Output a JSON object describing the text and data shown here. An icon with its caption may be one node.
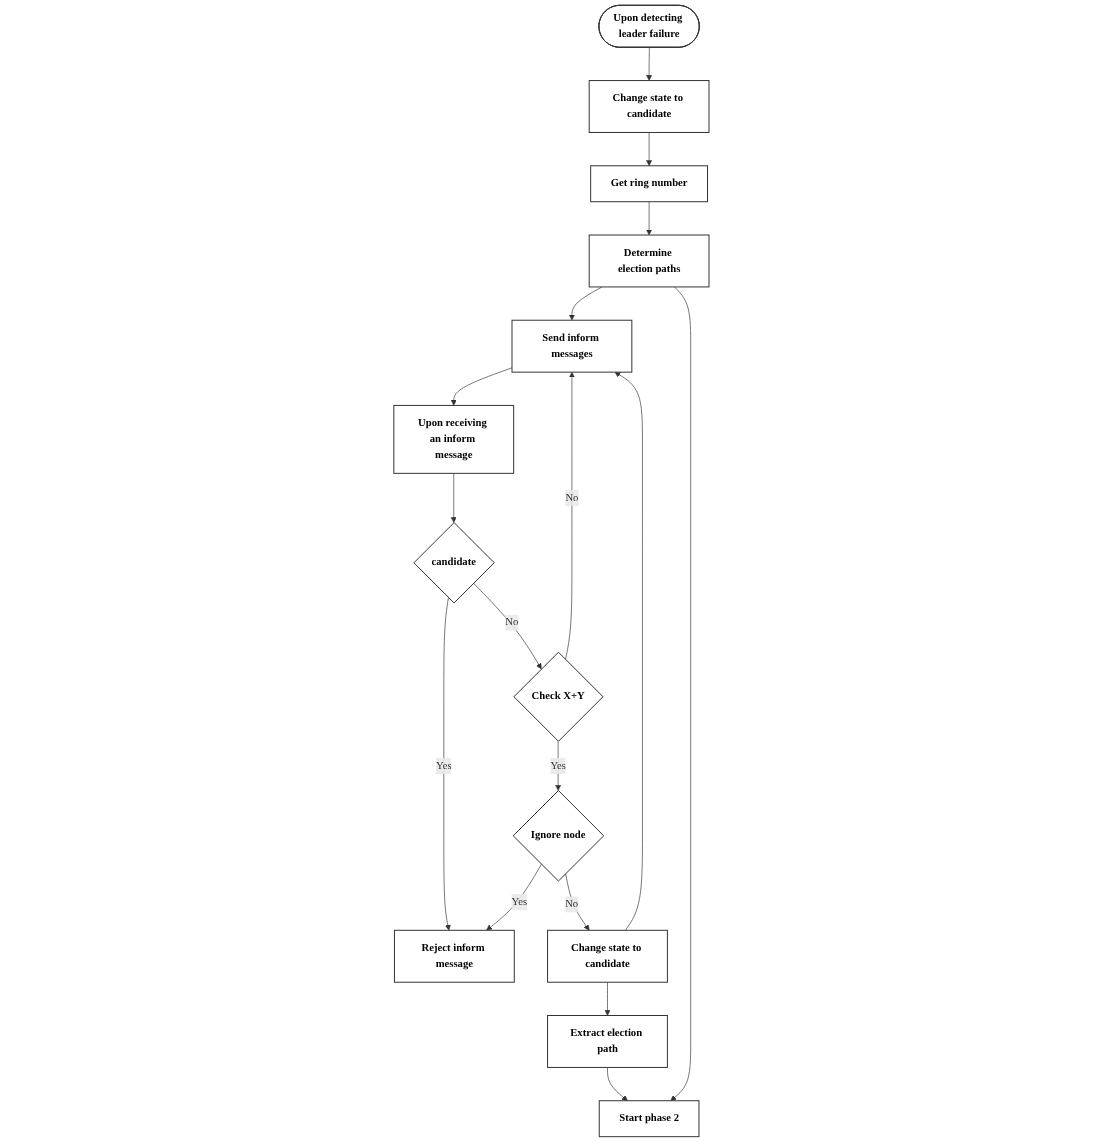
{
  "diagram": {
    "nodes": [
      {
        "text": [
          "Upon detecting leader failure"
        ]
      },
      {
        "text": [
          "Change state to candidate"
        ]
      },
      {
        "text": [
          "Get ring number"
        ]
      },
      {
        "text": [
          "Upon receiving an inform message"
        ]
      },
      {
        "text": [
          "Send inform messages"
        ]
      },
      {
        "text": [
          "Determine election paths"
        ]
      },
      {
        "text": [
          "candidate"
        ]
      },
      {
        "text": [
          "Check X+Y"
        ]
      },
      {
        "text": [
          "Start phase 2"
        ]
      },
      {
        "text": [
          "Reject inform message"
        ]
      },
      {
        "text": [
          "Ignore node"
        ]
      },
      {
        "text": [
          "Extract election path"
        ]
      },
      {
        "text": [
          "Change state to candidate"
        ]
      }
    ],
    "edges": [
      {
        "from": 0,
        "to": 1,
        "arrow": "to"
      },
      {
        "from": 1,
        "to": 2,
        "arrow": "to"
      },
      {
        "from": 2,
        "to": 5,
        "arrow": "to"
      },
      {
        "from": 5,
        "to": 4,
        "arrow": "to"
      },
      {
        "from": 4,
        "to": 3,
        "arrow": "to"
      },
      {
        "from": 3,
        "to": 6,
        "arrow": "to"
      },
      {
        "from": 6,
        "to": 7,
        "arrow": "to",
        "label": "No"
      },
      {
        "from": 7,
        "to": 4,
        "arrow": "to",
        "label": "No"
      },
      {
        "from": 6,
        "to": 9,
        "arrow": "to",
        "label": "Yes"
      },
      {
        "from": 7,
        "to": 10,
        "arrow": "to",
        "label": "Yes"
      },
      {
        "from": 10,
        "to": 9,
        "arrow": "to",
        "label": "Yes"
      },
      {
        "from": 10,
        "to": 12,
        "arrow": "to",
        "label": "No"
      },
      {
        "from": 12,
        "to": 11,
        "arrow": "to"
      },
      {
        "from": 11,
        "to": 8,
        "arrow": "to"
      },
      {
        "from": 5,
        "to": 8,
        "arrow": "to"
      },
      {
        "from": 12,
        "to": 4,
        "arrow": "to"
      }
    ]
  }
}
